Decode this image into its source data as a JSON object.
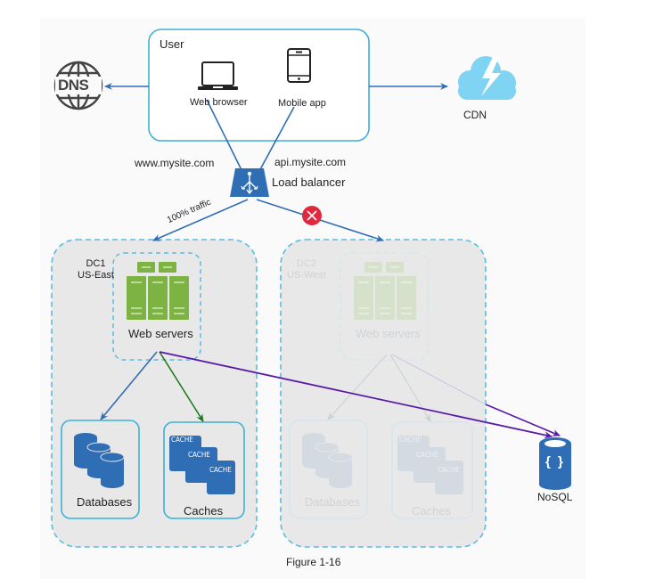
{
  "figure": {
    "caption": "Figure 1-16"
  },
  "user_box": {
    "title": "User",
    "clients": [
      {
        "label": "Web browser",
        "icon": "laptop-icon"
      },
      {
        "label": "Mobile app",
        "icon": "smartphone-icon"
      }
    ]
  },
  "dns": {
    "label": "DNS",
    "icon": "globe-dns-icon"
  },
  "cdn": {
    "label": "CDN",
    "icon": "cloud-lightning-icon"
  },
  "domains": {
    "web": "www.mysite.com",
    "api": "api.mysite.com"
  },
  "load_balancer": {
    "label": "Load balancer",
    "icon": "load-balancer-icon"
  },
  "traffic": {
    "dc1_label": "100% traffic",
    "dc2_status": "blocked",
    "dc2_status_icon": "error-x-icon"
  },
  "datacenters": [
    {
      "name": "DC1",
      "region": "US-East",
      "active": true,
      "web_servers_label": "Web servers",
      "databases_label": "Databases",
      "caches_label": "Caches",
      "cache_tags": [
        "CACHE",
        "CACHE",
        "CACHE"
      ]
    },
    {
      "name": "DC2",
      "region": "US-West",
      "active": false,
      "web_servers_label": "Web servers",
      "databases_label": "Databases",
      "caches_label": "Caches",
      "cache_tags": [
        "CACHE",
        "CACHE",
        "CACHE"
      ]
    }
  ],
  "nosql": {
    "label": "NoSQL",
    "icon": "nosql-database-icon",
    "glyph": "{ }"
  },
  "colors": {
    "accent_blue": "#2f6db5",
    "box_outline": "#3cb0d8",
    "dashed_outline": "#5bbbe0",
    "server_green": "#7cb342",
    "cdn_cloud": "#7fd3f3",
    "error_red": "#e0283e",
    "nosql_arrow": "#5a1aa8",
    "cache_arrow": "#1f7a1f",
    "dc_fill": "#e8e8e8"
  }
}
